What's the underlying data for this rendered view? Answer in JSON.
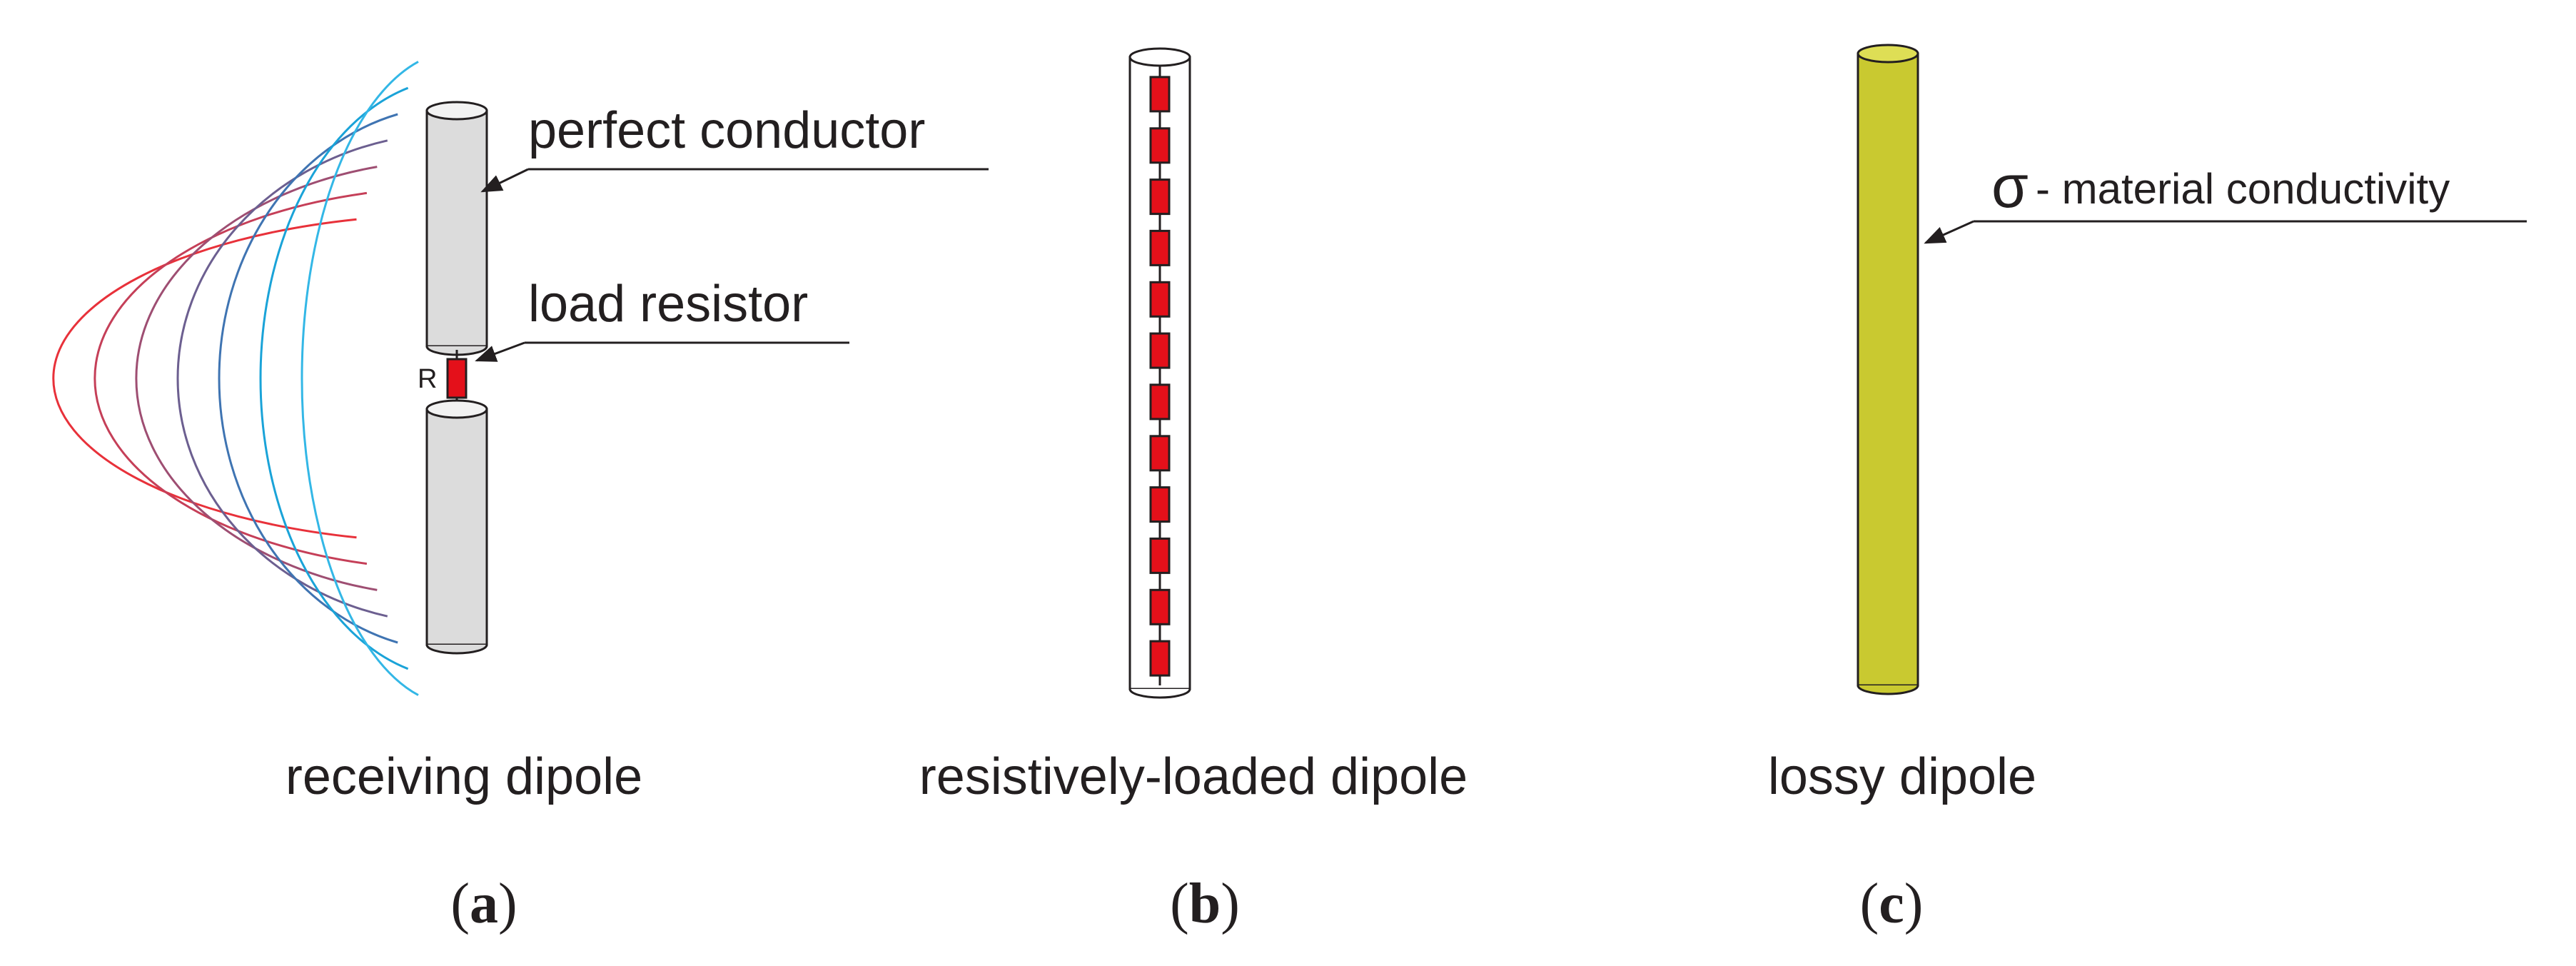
{
  "panels": [
    {
      "id": "a",
      "caption": "receiving dipole",
      "label": "a",
      "annotations": {
        "conductor": "perfect conductor",
        "resistor": "load resistor",
        "resistor_symbol": "R"
      },
      "wave_colors": [
        "#e8313a",
        "#c53f58",
        "#9e4e72",
        "#6c5f90",
        "#3f74b2",
        "#1aa3d8",
        "#33b7e6"
      ]
    },
    {
      "id": "b",
      "caption": "resistively-loaded dipole",
      "label": "b",
      "resistor_count": 12
    },
    {
      "id": "c",
      "caption": "lossy dipole",
      "label": "c",
      "annotations": {
        "sigma_symbol": "σ",
        "sigma_text": "- material conductivity"
      }
    }
  ],
  "colors": {
    "conductor_fill": "#dcdcdc",
    "conductor_top": "#f2f2f2",
    "resistor_fill": "#e4101a",
    "lossy_fill": "#c9c930",
    "lossy_top": "#dede55",
    "outline": "#231f20",
    "tube_fill": "#ffffff"
  }
}
